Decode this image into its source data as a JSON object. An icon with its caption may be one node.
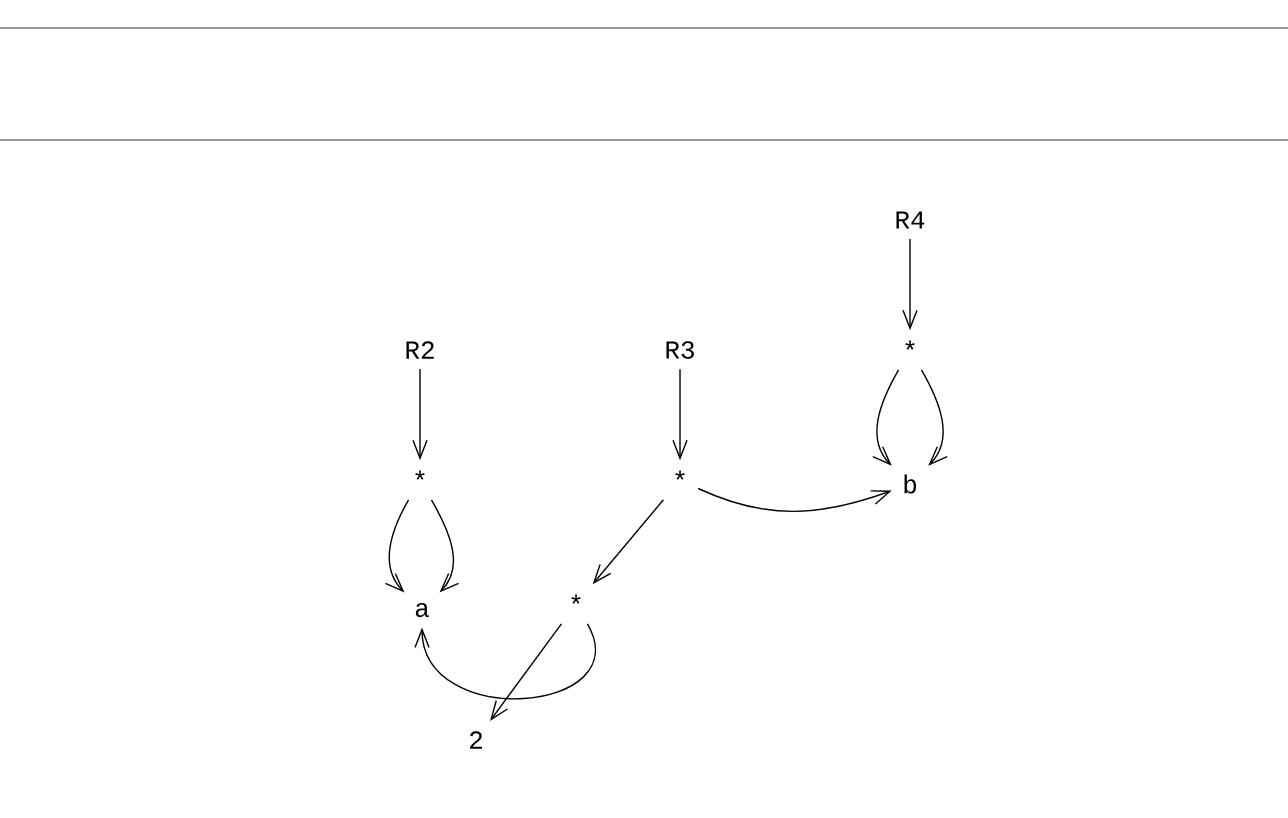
{
  "diagram": {
    "nodes": [
      {
        "text": [
          "R4"
        ]
      },
      {
        "text": [
          "*"
        ]
      },
      {
        "text": [
          "b"
        ]
      },
      {
        "text": [
          "R2"
        ]
      },
      {
        "text": [
          "*"
        ]
      },
      {
        "text": [
          "R3"
        ]
      },
      {
        "text": [
          "*"
        ]
      },
      {
        "text": [
          "a"
        ]
      },
      {
        "text": [
          "*"
        ]
      },
      {
        "text": [
          "2"
        ]
      }
    ],
    "edges": [
      {
        "from": 0,
        "to": 1,
        "arrow": "to"
      },
      {
        "from": 1,
        "to": 2,
        "arrow": "to"
      },
      {
        "from": 1,
        "to": 2,
        "arrow": "to"
      },
      {
        "from": 3,
        "to": 4,
        "arrow": "to"
      },
      {
        "from": 4,
        "to": 7,
        "arrow": "to"
      },
      {
        "from": 4,
        "to": 7,
        "arrow": "to"
      },
      {
        "from": 5,
        "to": 6,
        "arrow": "to"
      },
      {
        "from": 6,
        "to": 2,
        "arrow": "to"
      },
      {
        "from": 6,
        "to": 8,
        "arrow": "to"
      },
      {
        "from": 8,
        "to": 9,
        "arrow": "to"
      },
      {
        "from": 8,
        "to": 7,
        "arrow": "to"
      }
    ]
  }
}
